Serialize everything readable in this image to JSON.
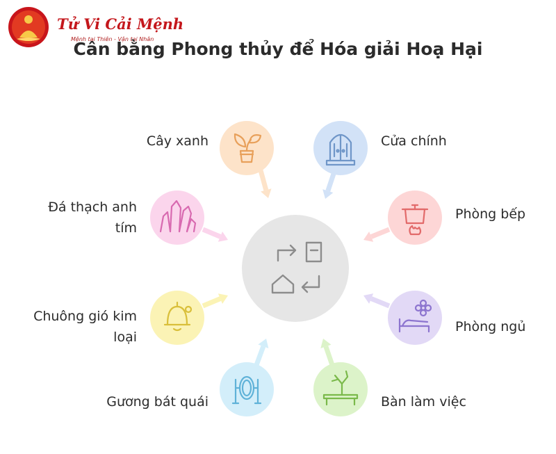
{
  "brand": {
    "name": "Tử Vi Cải Mệnh",
    "tagline": "Mệnh tại Thiên - Vận tại Nhân"
  },
  "title": "Cân bằng Phong thủy để Hóa giải Hoạ Hại",
  "items": [
    {
      "label_lines": [
        "Cây xanh"
      ],
      "icon": "potted-plant-icon",
      "color": "#fde3c9",
      "stroke": "#e8a05a"
    },
    {
      "label_lines": [
        "Cửa chính"
      ],
      "icon": "main-door-icon",
      "color": "#d2e2f7",
      "stroke": "#6f96c8"
    },
    {
      "label_lines": [
        "Đá thạch anh",
        "tím"
      ],
      "icon": "amethyst-crystal-icon",
      "color": "#fbd5ec",
      "stroke": "#d86ab0"
    },
    {
      "label_lines": [
        "Phòng bếp"
      ],
      "icon": "cooking-pot-icon",
      "color": "#fdd6d6",
      "stroke": "#e26a6a"
    },
    {
      "label_lines": [
        "Chuông gió kim",
        "loại"
      ],
      "icon": "wind-chime-icon",
      "color": "#fbf3b5",
      "stroke": "#d9bf3a"
    },
    {
      "label_lines": [
        "Phòng ngủ"
      ],
      "icon": "bed-flower-icon",
      "color": "#e2d9f6",
      "stroke": "#8c74cf"
    },
    {
      "label_lines": [
        "Gương bát quái"
      ],
      "icon": "bagua-mirror-icon",
      "color": "#d3eefa",
      "stroke": "#5fb2d8"
    },
    {
      "label_lines": [
        "Bàn làm việc"
      ],
      "icon": "work-desk-icon",
      "color": "#dcf3c9",
      "stroke": "#7ab94a"
    }
  ],
  "center": {
    "icon": "balance-flow-icon",
    "color": "#e6e6e6",
    "stroke": "#8c8c8c"
  }
}
